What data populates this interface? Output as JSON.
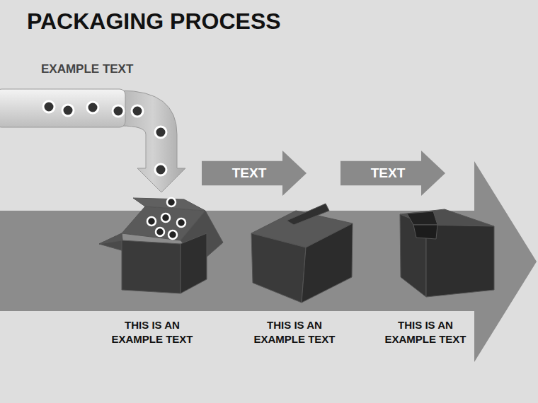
{
  "diagram": {
    "title": "PACKAGING PROCESS",
    "nodes": [
      {
        "text": [
          "TEXT"
        ]
      },
      {
        "text": [
          "TEXT"
        ]
      }
    ],
    "labels": [
      "EXAMPLE TEXT",
      "THIS IS AN EXAMPLE TEXT",
      "THIS IS AN EXAMPLE TEXT",
      "THIS IS AN EXAMPLE TEXT"
    ]
  }
}
